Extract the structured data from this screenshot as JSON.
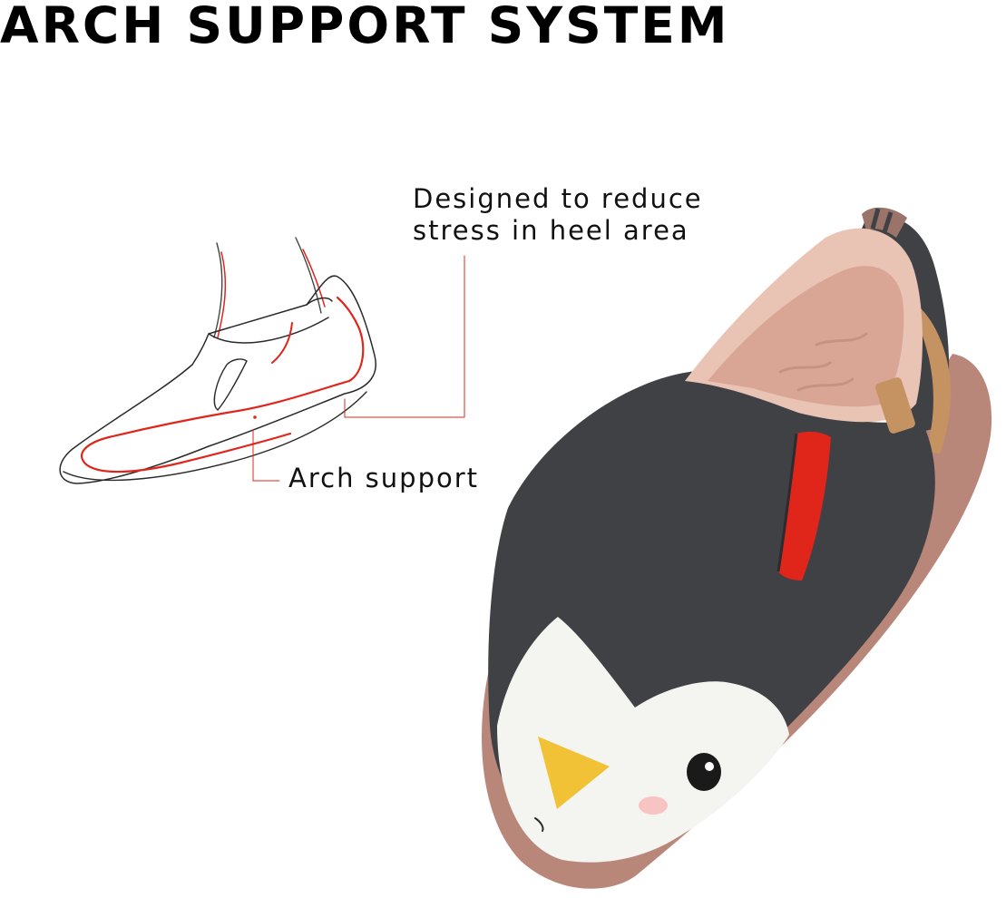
{
  "title": "ARCH SUPPORT SYSTEM",
  "callouts": {
    "heel_line1": "Designed to reduce",
    "heel_line2": "stress in heel area",
    "arch": "Arch support"
  },
  "colors": {
    "accent_red": "#e0251b",
    "upper_dark": "#3f4145",
    "sole_brown": "#b9877a",
    "lining_pink": "#e9c3b4",
    "face_white": "#f4f4f1",
    "beak_yellow": "#f1c235",
    "tab_tan": "#c59262"
  },
  "icons": {
    "diagram": "shoe-line-diagram",
    "product": "penguin-slip-on-shoe"
  }
}
